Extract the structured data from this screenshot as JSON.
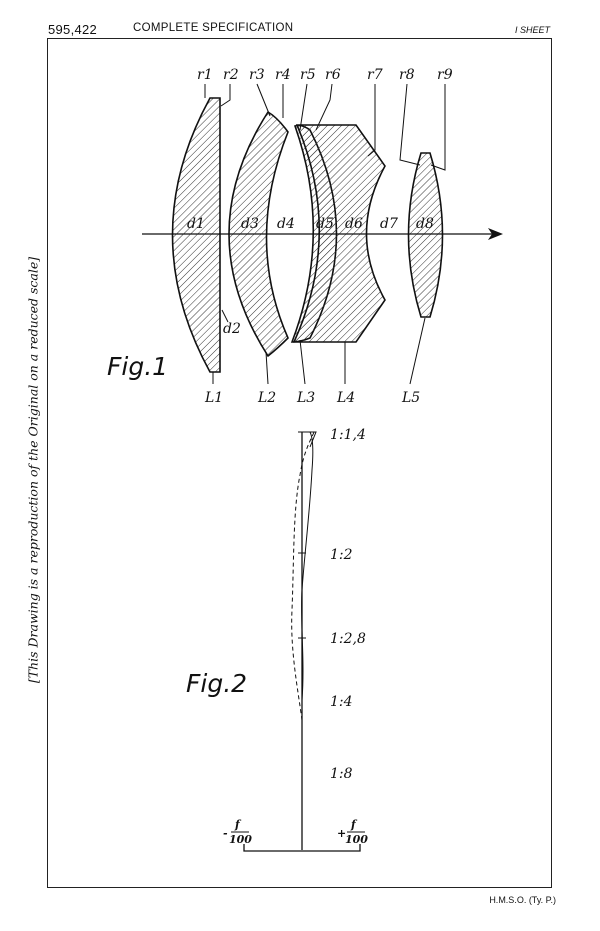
{
  "header": {
    "spec_number": "595,422",
    "title": "COMPLETE SPECIFICATION",
    "sheet": "I SHEET"
  },
  "side_note": "[This Drawing is a reproduction of the Original on a reduced scale]",
  "footer": "H.M.S.O. (Ty. P.)",
  "fig1": {
    "label": "Fig.1",
    "radius_labels": [
      "r1",
      "r2",
      "r3",
      "r4",
      "r5",
      "r6",
      "r7",
      "r8",
      "r9"
    ],
    "distance_labels": [
      "d1",
      "d2",
      "d3",
      "d4",
      "d5",
      "d6",
      "d7",
      "d8"
    ],
    "lens_labels": [
      "L1",
      "L2",
      "L3",
      "L4",
      "L5"
    ]
  },
  "fig2": {
    "label": "Fig.2",
    "aperture_labels": [
      "1:1,4",
      "1:2",
      "1:2,8",
      "1:4",
      "1:8"
    ],
    "scale_minus": "-",
    "scale_plus": "+",
    "scale_numerator": "f",
    "scale_denominator": "100"
  }
}
